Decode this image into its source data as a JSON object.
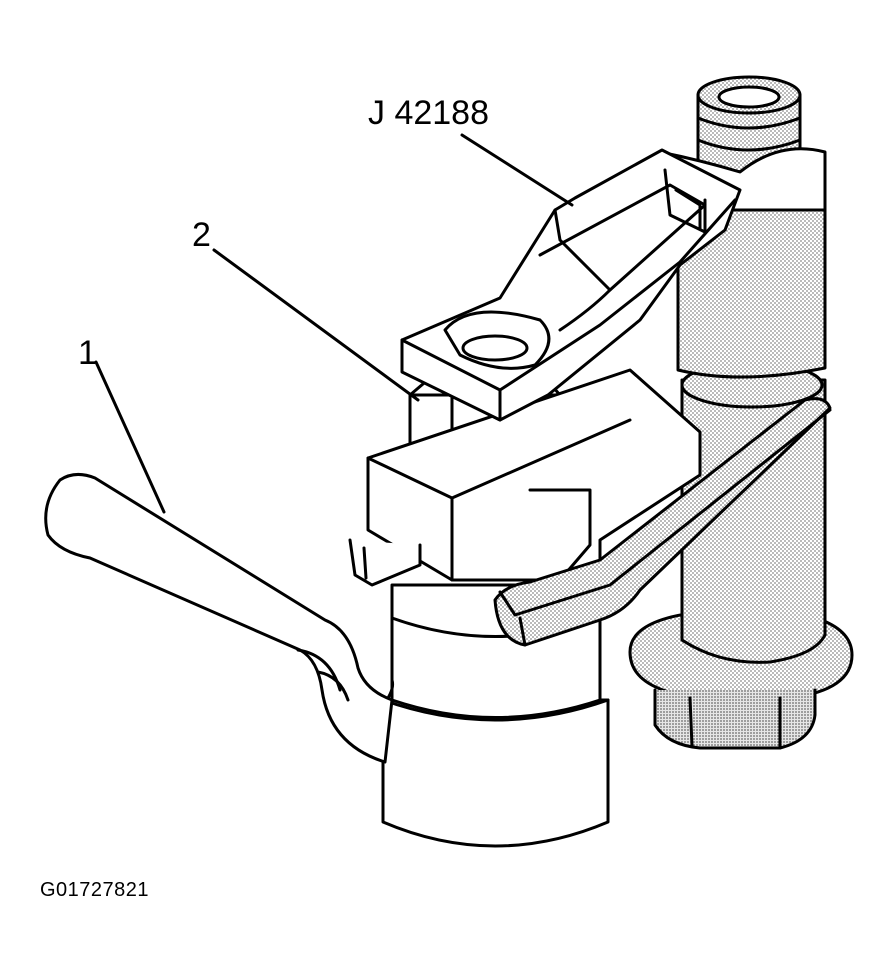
{
  "callouts": {
    "tool": "J 42188",
    "part_2": "2",
    "part_1": "1"
  },
  "figure_id": "G01727821",
  "colors": {
    "line": "#000000",
    "fill_light": "#ffffff",
    "shade_dot": "#9a9a9a"
  }
}
